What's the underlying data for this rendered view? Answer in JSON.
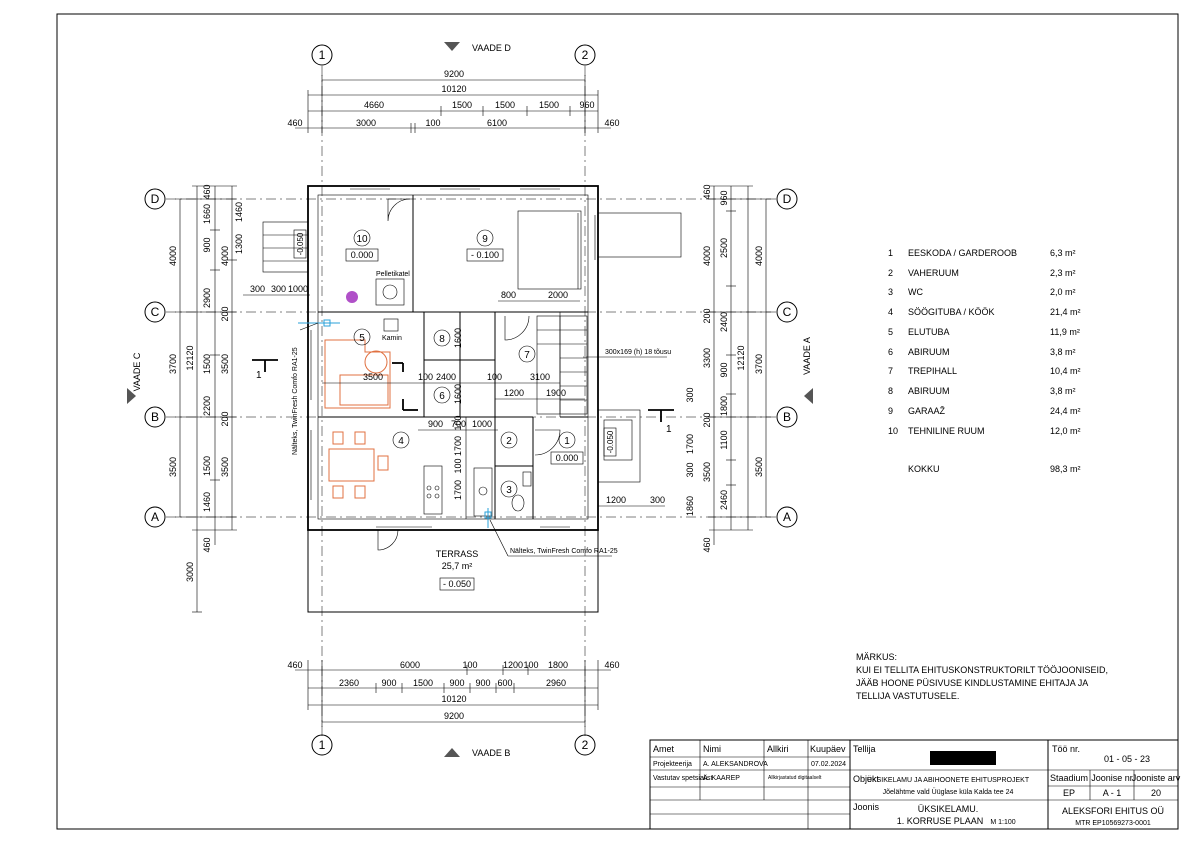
{
  "grid": {
    "cols": [
      "1",
      "2"
    ],
    "rows": [
      "D",
      "C",
      "B",
      "A"
    ]
  },
  "views": {
    "top": "VAADE D",
    "bottom": "VAADE B",
    "left": "VAADE C",
    "right": "VAADE A"
  },
  "section_marker": "1",
  "dims_top": {
    "overall": "9200",
    "total": "10120",
    "row3": [
      "4660",
      "1500",
      "1500",
      "1500",
      "960"
    ],
    "row4": [
      "460",
      "3000",
      "100",
      "6100",
      "460"
    ]
  },
  "dims_bottom": {
    "row1": [
      "460",
      "6000",
      "100",
      "1200",
      "100",
      "1800",
      "460"
    ],
    "row2": [
      "2360",
      "900",
      "1500",
      "900",
      "900",
      "600",
      "2960"
    ],
    "total": "10120",
    "overall": "9200"
  },
  "dims_left": {
    "outer": [
      "4000",
      "3700",
      "3500",
      "3000"
    ],
    "total": "12120",
    "mid": [
      "460",
      "1660",
      "900",
      "2900",
      "1500",
      "2200",
      "1500",
      "1460",
      "460"
    ],
    "inner": [
      "1460",
      "1300",
      "4000",
      "200",
      "3500",
      "200",
      "3500"
    ]
  },
  "dims_right": {
    "outer": [
      "4000",
      "3700",
      "3500"
    ],
    "total": "12120",
    "mid": [
      "460",
      "960",
      "2500",
      "2400",
      "3300",
      "900",
      "1800",
      "1100",
      "3500",
      "2460",
      "1860",
      "460"
    ],
    "inner": [
      "4000",
      "200",
      "200",
      "300",
      "1700",
      "300"
    ]
  },
  "dims_interior": [
    "300",
    "300",
    "1000",
    "800",
    "2000",
    "3500",
    "100",
    "2400",
    "100",
    "3100",
    "1200",
    "1900",
    "900",
    "700",
    "1000",
    "1600",
    "1600",
    "1700",
    "1700",
    "100",
    "100",
    "1200",
    "300"
  ],
  "rooms": [
    {
      "num": "10",
      "level": "0.000"
    },
    {
      "num": "9",
      "level": "- 0.100"
    },
    {
      "num": "5"
    },
    {
      "num": "8"
    },
    {
      "num": "7"
    },
    {
      "num": "6"
    },
    {
      "num": "4"
    },
    {
      "num": "2"
    },
    {
      "num": "1",
      "level": "0.000"
    },
    {
      "num": "3"
    }
  ],
  "plan_labels": {
    "pelletikatel": "Pelletikatel",
    "kamin": "Kamin",
    "stair": "300x169 (h) 18 tõusu",
    "vent_left": "Nälteks, TwinFresh Comfo RA1-25",
    "vent_bottom": "Nälteks, TwinFresh Comfo RA1-25",
    "terrace_name": "TERRASS",
    "terrace_area": "25,7 m²",
    "terrace_level": "- 0.050",
    "entry_left_level": "-0.050",
    "entry_right_level": "-0.050"
  },
  "room_schedule": [
    {
      "no": "1",
      "name": "EESKODA / GARDEROOB",
      "area": "6,3 m²"
    },
    {
      "no": "2",
      "name": "VAHERUUM",
      "area": "2,3 m²"
    },
    {
      "no": "3",
      "name": "WC",
      "area": "2,0 m²"
    },
    {
      "no": "4",
      "name": "SÖÖGITUBA / KÖÖK",
      "area": "21,4 m²"
    },
    {
      "no": "5",
      "name": "ELUTUBA",
      "area": "11,9 m²"
    },
    {
      "no": "6",
      "name": "ABIRUUM",
      "area": "3,8 m²"
    },
    {
      "no": "7",
      "name": "TREPIHALL",
      "area": "10,4 m²"
    },
    {
      "no": "8",
      "name": "ABIRUUM",
      "area": "3,8 m²"
    },
    {
      "no": "9",
      "name": "GARAAŽ",
      "area": "24,4 m²"
    },
    {
      "no": "10",
      "name": "TEHNILINE RUUM",
      "area": "12,0 m²"
    }
  ],
  "total": {
    "label": "KOKKU",
    "area": "98,3 m²"
  },
  "note": {
    "title": "MÄRKUS:",
    "lines": [
      "KUI EI TELLITA EHITUSKONSTRUKTORILT TÖÖJOONISEID,",
      "JÄÄB HOONE PÜSIVUSE KINDLUSTAMINE EHITAJA JA",
      "TELLIJA VASTUTUSELE."
    ]
  },
  "title_block": {
    "h_amet": "Amet",
    "h_nimi": "Nimi",
    "h_allkiri": "Allkiri",
    "h_kuupaev": "Kuupäev",
    "r1_role": "Projekteerija",
    "r1_name": "A. ALEKSANDROVA",
    "r1_date": "07.02.2024",
    "r2_role": "Vastutav spetsialist",
    "r2_name": "A. KAAREP",
    "r2_sign": "Allkirjastatud digitaalselt",
    "tellija": "Tellija",
    "objekt": "Objekt",
    "objekt_title": "ÜKSIKELAMU JA ABIHOONETE EHITUSPROJEKT",
    "objekt_address": "Jõelähtme vald Üüglase küla Kalda tee 24",
    "joonis": "Joonis",
    "joonis_title1": "ÜKSIKELAMU.",
    "joonis_title2": "1. KORRUSE PLAAN",
    "scale": "M 1:100",
    "too_nr_label": "Töö nr.",
    "too_nr": "01 - 05 - 23",
    "staadium_label": "Staadium",
    "joonise_nr_label": "Joonise nr",
    "joonisteid_label": "Jooniste arv",
    "staadium": "EP",
    "joonise_nr": "A - 1",
    "joonisteid": "20",
    "company": "ALEKSFORI EHITUS OÜ",
    "mtr": "MTR EP10569273-0001"
  },
  "colors": {
    "furniture": "#e07040",
    "vent": "#2aa0d8"
  }
}
